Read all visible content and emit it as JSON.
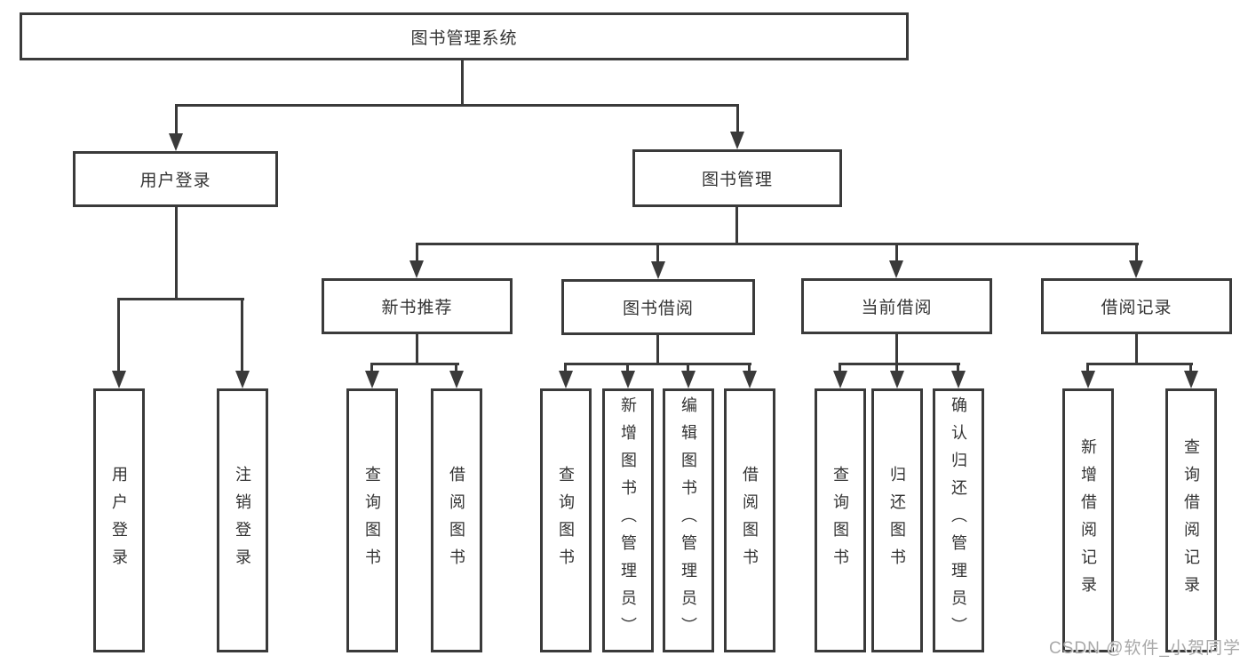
{
  "tree": {
    "root": {
      "label": "图书管理系统",
      "children": [
        {
          "label": "用户登录",
          "children": [
            {
              "label": "用户登录"
            },
            {
              "label": "注销登录"
            }
          ]
        },
        {
          "label": "图书管理",
          "children": [
            {
              "label": "新书推荐",
              "children": [
                {
                  "label": "查询图书"
                },
                {
                  "label": "借阅图书"
                }
              ]
            },
            {
              "label": "图书借阅",
              "children": [
                {
                  "label": "查询图书"
                },
                {
                  "label": "新增图书（管理员）"
                },
                {
                  "label": "编辑图书（管理员）"
                },
                {
                  "label": "借阅图书"
                }
              ]
            },
            {
              "label": "当前借阅",
              "children": [
                {
                  "label": "查询图书"
                },
                {
                  "label": "归还图书"
                },
                {
                  "label": "确认归还（管理员）"
                }
              ]
            },
            {
              "label": "借阅记录",
              "children": [
                {
                  "label": "新增借阅记录"
                },
                {
                  "label": "查询借阅记录"
                }
              ]
            }
          ]
        }
      ]
    }
  },
  "watermark": {
    "text": "CSDN @软件_小贺同学"
  },
  "colors": {
    "line": "#3a3a3a",
    "text": "#333333",
    "watermark": "#a9a9a9",
    "background": "#ffffff"
  }
}
